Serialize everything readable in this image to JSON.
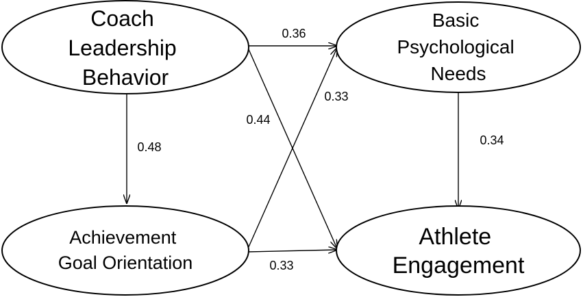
{
  "diagram": {
    "nodes": {
      "coach_leadership": {
        "lines": [
          "Coach",
          "Leadership",
          "Behavior"
        ]
      },
      "basic_needs": {
        "lines": [
          "Basic",
          "Psychological",
          "Needs"
        ]
      },
      "goal_orientation": {
        "lines": [
          "Achievement",
          "Goal Orientation"
        ]
      },
      "athlete_engagement": {
        "lines": [
          "Athlete",
          "Engagement"
        ]
      }
    },
    "edges": [
      {
        "from": "coach_leadership",
        "to": "basic_needs",
        "label": "0.36"
      },
      {
        "from": "coach_leadership",
        "to": "goal_orientation",
        "label": "0.48"
      },
      {
        "from": "coach_leadership",
        "to": "athlete_engagement",
        "label": "0.44"
      },
      {
        "from": "goal_orientation",
        "to": "basic_needs",
        "label": "0.33"
      },
      {
        "from": "goal_orientation",
        "to": "athlete_engagement",
        "label": "0.33"
      },
      {
        "from": "basic_needs",
        "to": "athlete_engagement",
        "label": "0.34"
      }
    ]
  }
}
